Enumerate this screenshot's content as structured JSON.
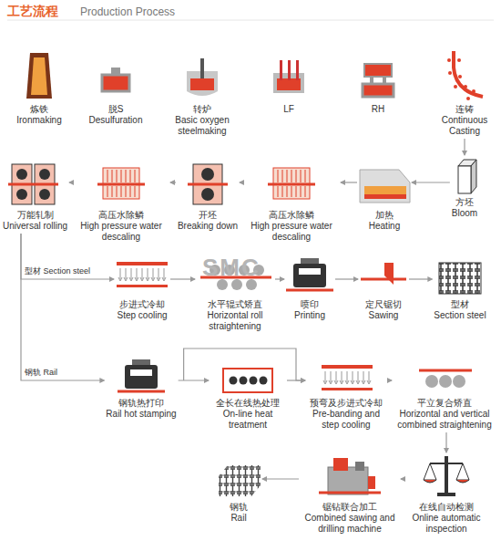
{
  "diagram": {
    "title": "工艺流程",
    "nodes": [
      {
        "text": [
          "炼铁",
          "Ironmaking"
        ]
      },
      {
        "text": [
          "脱S",
          "Desulfuration"
        ]
      },
      {
        "text": [
          "转炉",
          "Basic oxygen steelmaking"
        ]
      },
      {
        "text": [
          "LF"
        ]
      },
      {
        "text": [
          "RH"
        ]
      },
      {
        "text": [
          "连铸",
          "Continuous Casting"
        ]
      },
      {
        "text": [
          "方坯",
          "Bloom"
        ]
      },
      {
        "text": [
          "加热",
          "Heating"
        ]
      },
      {
        "text": [
          "高压水除鳞",
          "High pressure water descaling"
        ]
      },
      {
        "text": [
          "开坯",
          "Breaking down"
        ]
      },
      {
        "text": [
          "高压水除鳞",
          "High pressure water descaling"
        ]
      },
      {
        "text": [
          "万能轧制",
          "Universal rolling"
        ]
      },
      {
        "text": [
          "步进式冷却",
          "Step cooling"
        ]
      },
      {
        "text": [
          "水平辊式矫直",
          "Horizontal roll straightening"
        ]
      },
      {
        "text": [
          "喷印",
          "Printing"
        ]
      },
      {
        "text": [
          "定尺锯切",
          "Sawing"
        ]
      },
      {
        "text": [
          "型材",
          "Section steel"
        ]
      },
      {
        "text": [
          "钢轨热打印",
          "Rail hot stamping"
        ]
      },
      {
        "text": [
          "全长在线热处理",
          "On-line heat treatment"
        ]
      },
      {
        "text": [
          "预弯及步进式冷却",
          "Pre-banding and step cooling"
        ]
      },
      {
        "text": [
          "平立复合矫直",
          "Horizontal and vertical combined straightening"
        ]
      },
      {
        "text": [
          "在线自动检测",
          "Online automatic inspection"
        ]
      },
      {
        "text": [
          "锯钻联合加工",
          "Combined sawing and drilling machine"
        ]
      },
      {
        "text": [
          "钢轨",
          "Rail"
        ]
      }
    ],
    "edges": [
      {
        "from": 5,
        "to": 6,
        "arrow": "to"
      },
      {
        "from": 6,
        "to": 7,
        "arrow": "to"
      },
      {
        "from": 7,
        "to": 8,
        "arrow": "to"
      },
      {
        "from": 8,
        "to": 9,
        "arrow": "to"
      },
      {
        "from": 9,
        "to": 10,
        "arrow": "to"
      },
      {
        "from": 10,
        "to": 11,
        "arrow": "to"
      },
      {
        "from": 11,
        "to": 12,
        "label": "型材 Section steel",
        "arrow": "to"
      },
      {
        "from": 12,
        "to": 13,
        "arrow": "to"
      },
      {
        "from": 13,
        "to": 14,
        "arrow": "to"
      },
      {
        "from": 14,
        "to": 15,
        "arrow": "to"
      },
      {
        "from": 15,
        "to": 16,
        "arrow": "to"
      },
      {
        "from": 11,
        "to": 17,
        "label": "钢轨 Rail",
        "arrow": "to"
      },
      {
        "from": 17,
        "to": 18,
        "arrow": "to"
      },
      {
        "from": 18,
        "to": 19,
        "arrow": "to"
      },
      {
        "from": 17,
        "to": 19,
        "arrow": "to"
      },
      {
        "from": 19,
        "to": 20,
        "arrow": "to"
      },
      {
        "from": 20,
        "to": 21,
        "arrow": "to"
      },
      {
        "from": 21,
        "to": 22,
        "arrow": "to"
      },
      {
        "from": 22,
        "to": 23,
        "arrow": "to"
      }
    ],
    "labels": [
      "Production Process",
      "SMC"
    ]
  }
}
